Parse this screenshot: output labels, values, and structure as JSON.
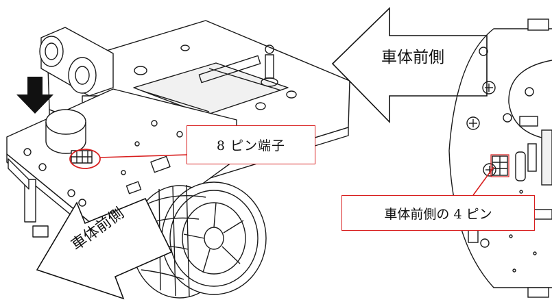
{
  "labels": {
    "eight_pin_terminal": "8 ピン端子",
    "front_four_pins": "車体前側の 4 ピン",
    "vehicle_front_right": "車体前側",
    "vehicle_front_left": "車体前側"
  },
  "colors": {
    "callout_border": "#d81e1e",
    "line_art": "#1a1a1a",
    "indicator_arrow": "#111111"
  },
  "icons": {
    "insert_direction": "down-arrow-icon",
    "front_direction": "left-arrow-icon"
  }
}
